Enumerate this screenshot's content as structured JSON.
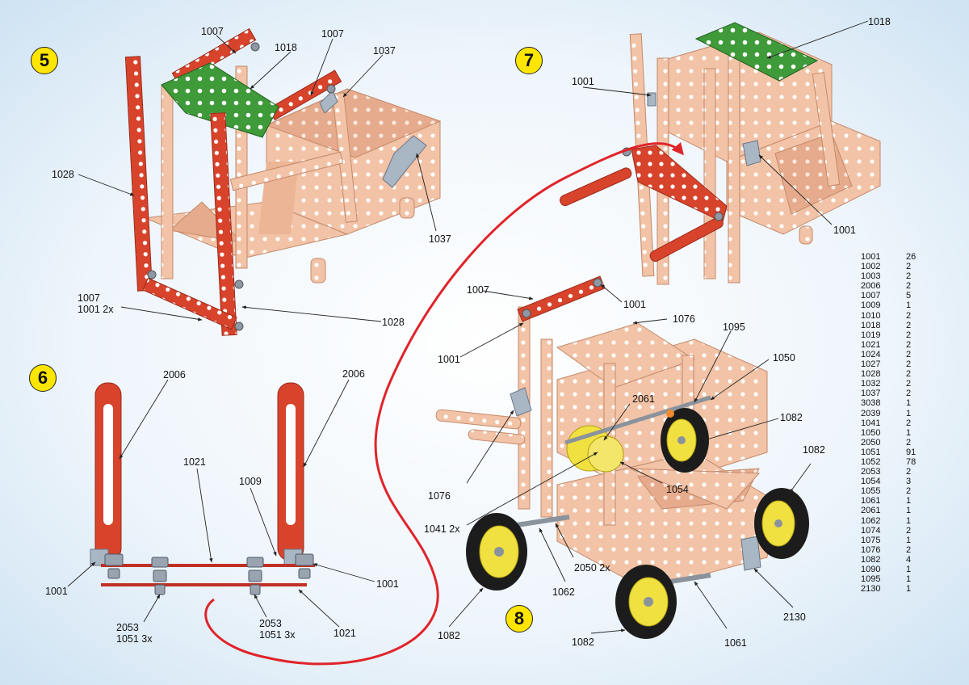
{
  "steps": {
    "s5": "5",
    "s6": "6",
    "s7": "7",
    "s8": "8"
  },
  "callouts": {
    "s5_1007_top": "1007",
    "s5_1018": "1018",
    "s5_1007_mid": "1007",
    "s5_1037_top": "1037",
    "s5_1028_left": "1028",
    "s5_1037_bottom": "1037",
    "s5_1007_bottom": "1007",
    "s5_1001_2x": "1001 2x",
    "s5_1028_right": "1028",
    "s6_2006_left": "2006",
    "s6_2006_right": "2006",
    "s6_1021_top": "1021",
    "s6_1009": "1009",
    "s6_1001_left": "1001",
    "s6_1001_right": "1001",
    "s6_2053_a": "2053",
    "s6_1051_3x_a": "1051 3x",
    "s6_2053_b": "2053",
    "s6_1051_3x_b": "1051 3x",
    "s6_1021_bottom": "1021",
    "s7_1018": "1018",
    "s7_1001_top": "1001",
    "s7_1001_right": "1001",
    "s8_1007": "1007",
    "s8_1001_top": "1001",
    "s8_1076_top": "1076",
    "s8_1095": "1095",
    "s8_1050": "1050",
    "s8_1001_left": "1001",
    "s8_2061": "2061",
    "s8_1082_right_top": "1082",
    "s8_1082_right": "1082",
    "s8_1054": "1054",
    "s8_1076_left": "1076",
    "s8_1041_2x": "1041 2x",
    "s8_2050_2x": "2050 2x",
    "s8_1062": "1062",
    "s8_1082_left": "1082",
    "s8_2130": "2130",
    "s8_1082_bottom": "1082",
    "s8_1061": "1061"
  },
  "parts_list": [
    {
      "part": "1001",
      "qty": "26"
    },
    {
      "part": "1002",
      "qty": "2"
    },
    {
      "part": "1003",
      "qty": "2"
    },
    {
      "part": "2006",
      "qty": "2"
    },
    {
      "part": "1007",
      "qty": "5"
    },
    {
      "part": "1009",
      "qty": "1"
    },
    {
      "part": "1010",
      "qty": "2"
    },
    {
      "part": "1018",
      "qty": "2"
    },
    {
      "part": "1019",
      "qty": "2"
    },
    {
      "part": "1021",
      "qty": "2"
    },
    {
      "part": "1024",
      "qty": "2"
    },
    {
      "part": "1027",
      "qty": "2"
    },
    {
      "part": "1028",
      "qty": "2"
    },
    {
      "part": "1032",
      "qty": "2"
    },
    {
      "part": "1037",
      "qty": "2"
    },
    {
      "part": "3038",
      "qty": "1"
    },
    {
      "part": "2039",
      "qty": "1"
    },
    {
      "part": "1041",
      "qty": "2"
    },
    {
      "part": "1050",
      "qty": "1"
    },
    {
      "part": "2050",
      "qty": "2"
    },
    {
      "part": "1051",
      "qty": "91"
    },
    {
      "part": "1052",
      "qty": "78"
    },
    {
      "part": "2053",
      "qty": "2"
    },
    {
      "part": "1054",
      "qty": "3"
    },
    {
      "part": "1055",
      "qty": "2"
    },
    {
      "part": "1061",
      "qty": "1"
    },
    {
      "part": "2061",
      "qty": "1"
    },
    {
      "part": "1062",
      "qty": "1"
    },
    {
      "part": "1074",
      "qty": "2"
    },
    {
      "part": "1075",
      "qty": "1"
    },
    {
      "part": "1076",
      "qty": "2"
    },
    {
      "part": "1082",
      "qty": "4"
    },
    {
      "part": "1090",
      "qty": "1"
    },
    {
      "part": "1095",
      "qty": "1"
    },
    {
      "part": "2130",
      "qty": "1"
    }
  ],
  "colors": {
    "strip_red": "#d8432c",
    "plate_green": "#3f9a3a",
    "body_peach": "#f2c3a6",
    "arrow_red": "#e0242a",
    "badge_yellow": "#ffe600",
    "wheel_yellow": "#f0e040",
    "tire_black": "#1c1c1c",
    "bg_blue": "#dcecf8"
  }
}
